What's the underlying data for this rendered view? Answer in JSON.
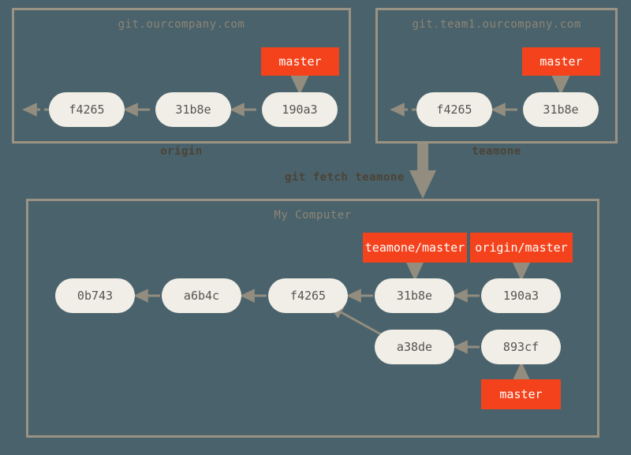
{
  "diagram": {
    "background_color": "#4a626b",
    "panel_border_color": "#9a9384",
    "commit_color": "#f0eee6",
    "branch_color": "#f4431c",
    "arrow_color": "#938d7f",
    "title_color": "#8d8577",
    "caption_color": "#4c4336"
  },
  "panels": {
    "origin": {
      "title": "git.ourcompany.com",
      "caption": "origin",
      "commits": [
        {
          "id": "f4265"
        },
        {
          "id": "31b8e"
        },
        {
          "id": "190a3"
        }
      ],
      "branches": [
        {
          "label": "master",
          "points_to": "190a3"
        }
      ]
    },
    "teamone": {
      "title": "git.team1.ourcompany.com",
      "caption": "teamone",
      "commits": [
        {
          "id": "f4265"
        },
        {
          "id": "31b8e"
        }
      ],
      "branches": [
        {
          "label": "master",
          "points_to": "31b8e"
        }
      ]
    },
    "local": {
      "title": "My Computer",
      "caption": "",
      "commits": [
        {
          "id": "0b743"
        },
        {
          "id": "a6b4c"
        },
        {
          "id": "f4265"
        },
        {
          "id": "31b8e"
        },
        {
          "id": "190a3"
        },
        {
          "id": "a38de"
        },
        {
          "id": "893cf"
        }
      ],
      "branches": [
        {
          "label": "teamone/master",
          "points_to": "31b8e"
        },
        {
          "label": "origin/master",
          "points_to": "190a3"
        },
        {
          "label": "master",
          "points_to": "893cf"
        }
      ]
    }
  },
  "operation": {
    "command": "git fetch teamone"
  }
}
